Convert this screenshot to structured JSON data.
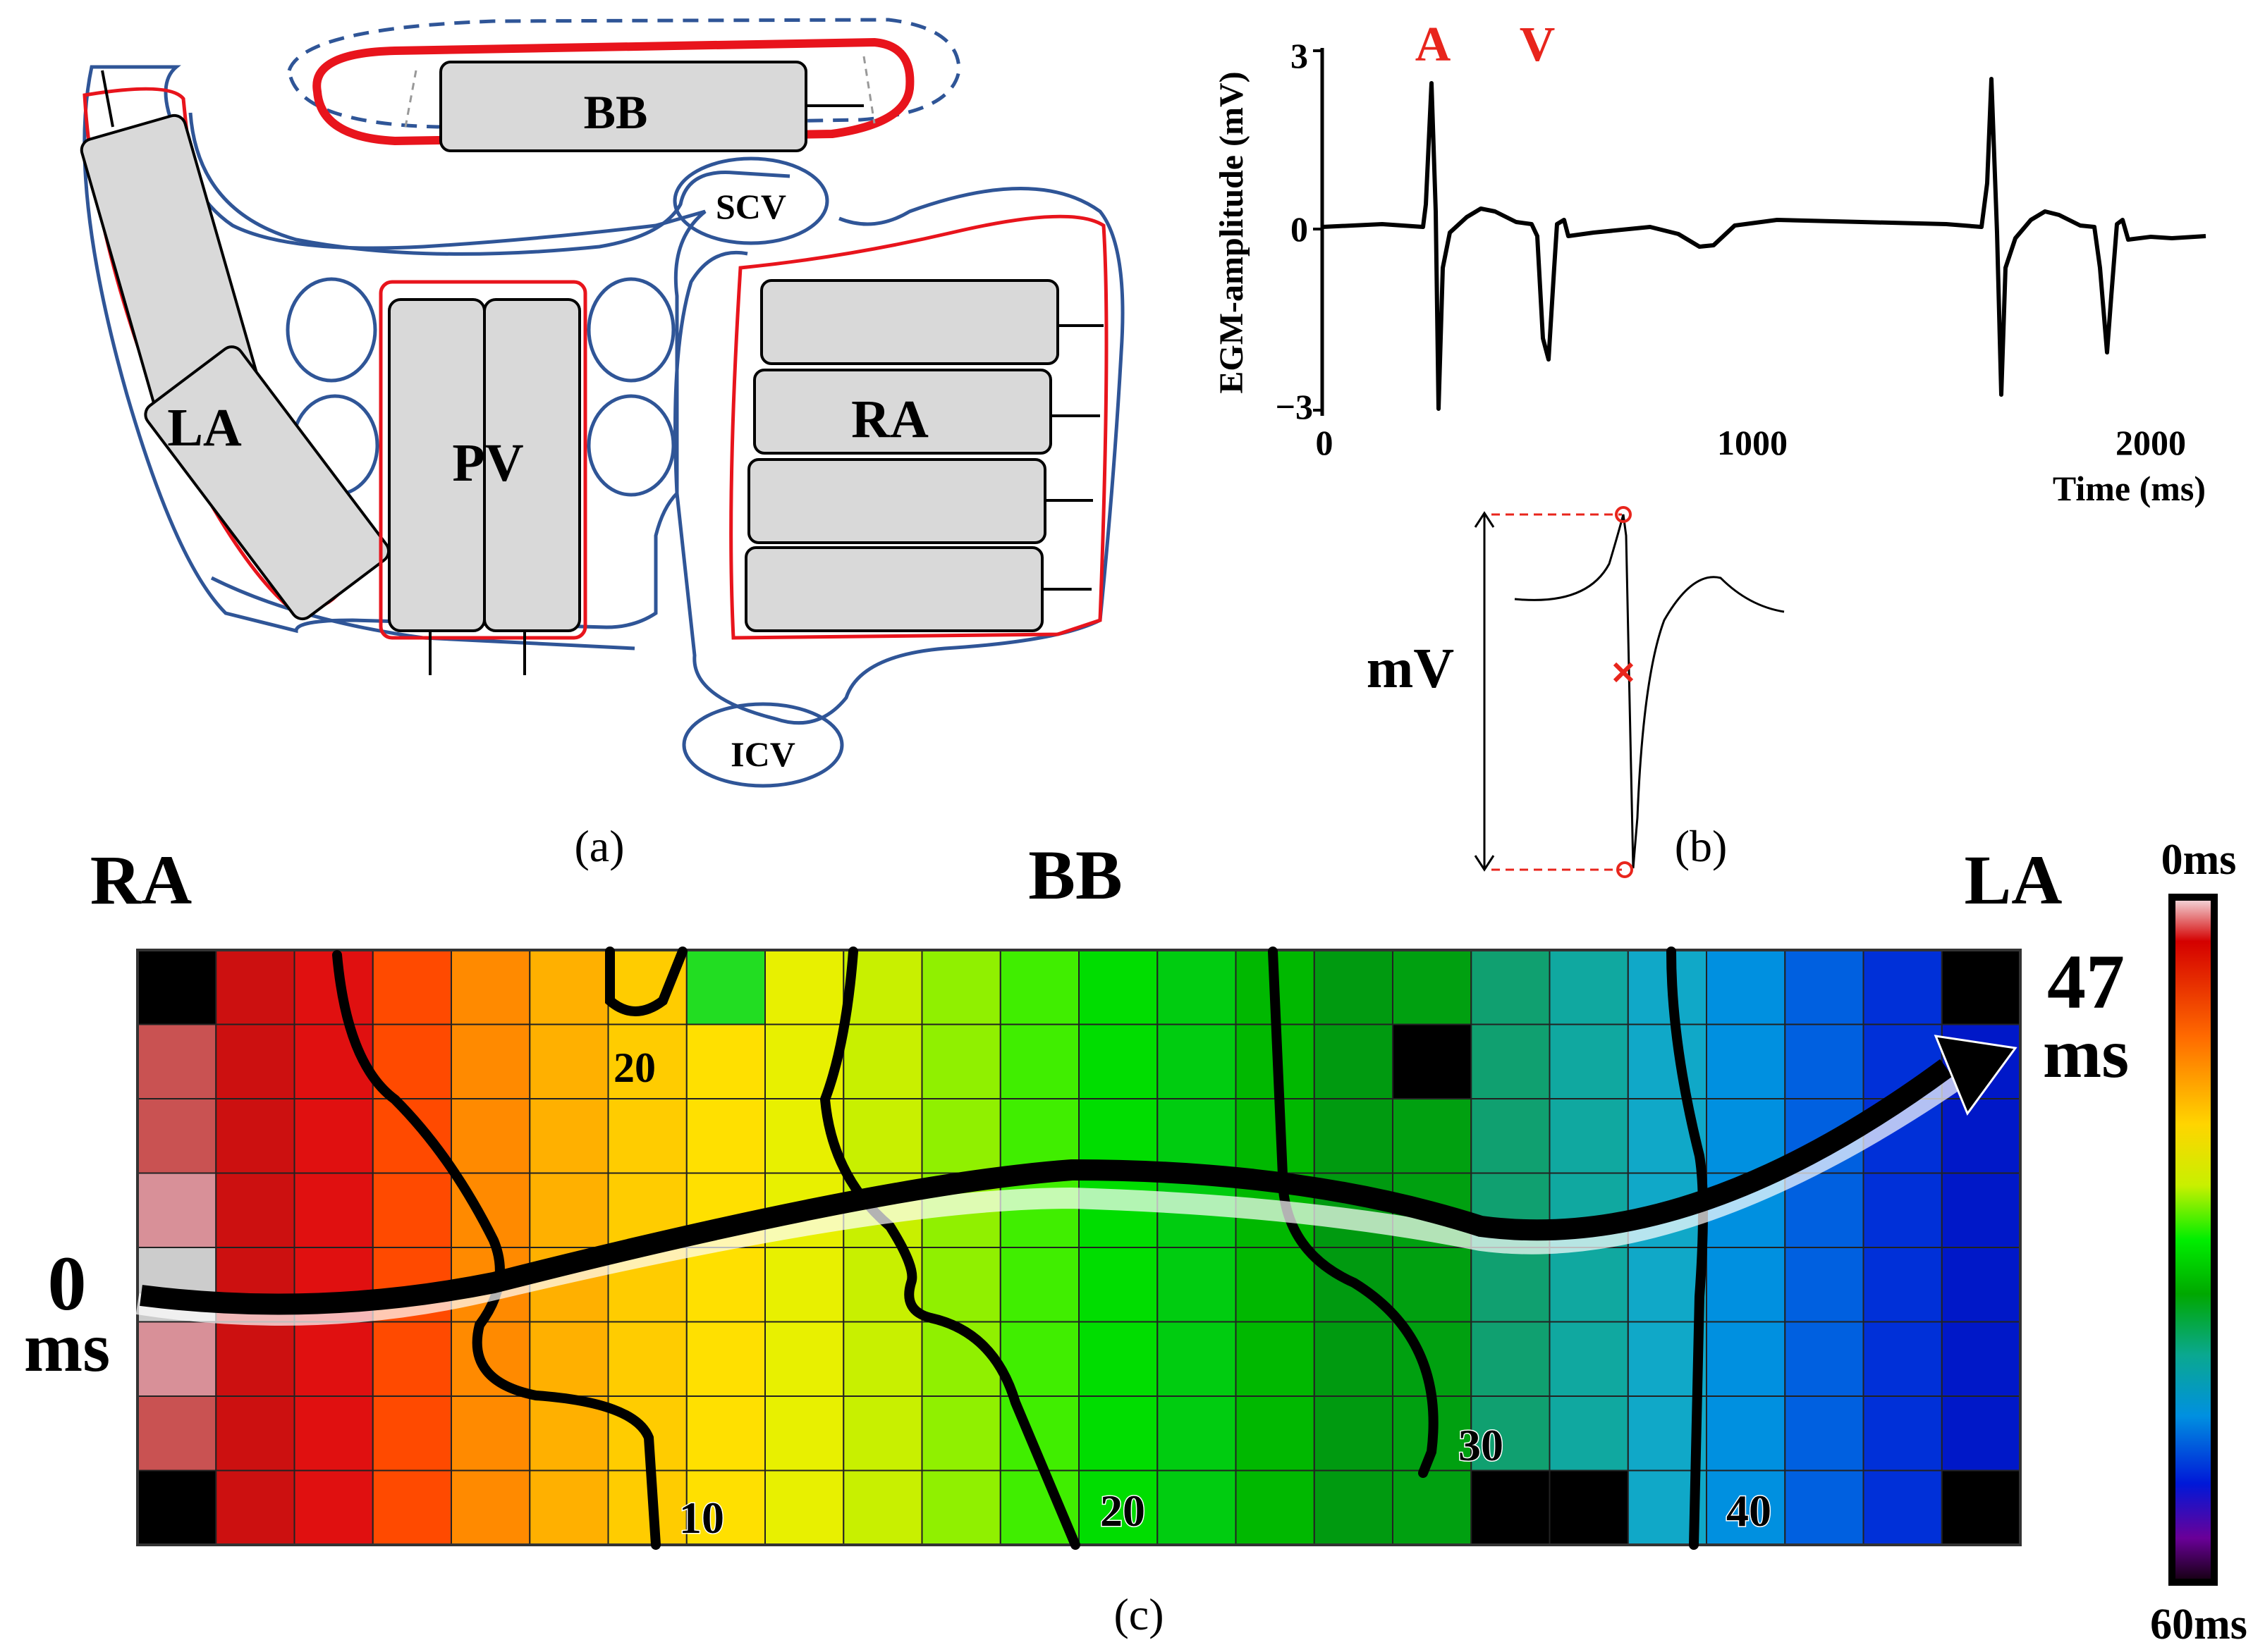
{
  "panel_a": {
    "caption": "(a)",
    "regions": {
      "bb": "BB",
      "la": "LA",
      "pv": "PV",
      "ra": "RA",
      "scv": "SCV",
      "icv": "ICV"
    }
  },
  "panel_b": {
    "caption": "(b)",
    "markers": {
      "atrial": "A",
      "ventricular": "V"
    },
    "ylabel": "EGM-amplitude (mV)",
    "xlabel": "Time (ms)",
    "yticks": [
      "3",
      "0",
      "−3"
    ],
    "xticks": [
      "0",
      "1000",
      "2000"
    ],
    "inset_unit": "mV",
    "colors": {
      "markers": "#e8251c",
      "trace": "#000000",
      "inset_marks": "#e8251c"
    }
  },
  "panel_c": {
    "caption": "(c)",
    "left_label": "RA",
    "center_label": "BB",
    "right_label": "LA",
    "start_time": {
      "value": "0",
      "unit": "ms"
    },
    "end_time": {
      "value": "47",
      "unit": "ms"
    },
    "isochrones": [
      "10",
      "20",
      "20",
      "30",
      "40"
    ],
    "colorbar": {
      "top": "0ms",
      "bottom": "60ms"
    },
    "grid": {
      "rows": 8,
      "cols": 24
    },
    "colormap": [
      "#f2cfd3",
      "#d40000",
      "#ff6a00",
      "#ffd500",
      "#c8f000",
      "#00ee00",
      "#00a800",
      "#0aa890",
      "#0090e0",
      "#0018d8",
      "#6a0098",
      "#1a0018"
    ]
  }
}
